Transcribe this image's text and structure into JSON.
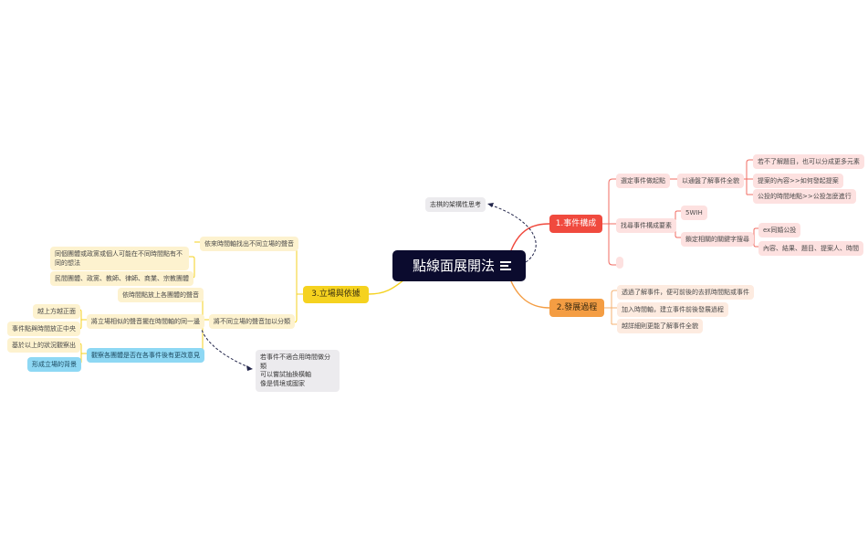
{
  "root": {
    "label": "點線面展開法",
    "icon": "menu-lines-icon",
    "color": "#0b0b2e"
  },
  "floating_notes": {
    "top": "志棋的架構性思考",
    "bottom_lines": [
      "若事件不適合用時間做分類",
      "可以嘗試抽換橫軸",
      "像是情境或國家"
    ]
  },
  "branches": {
    "b1": {
      "label": "1.事件構成",
      "color": "#f04a3e",
      "children": {
        "c1": {
          "label": "選定事件做起點",
          "sub": {
            "label": "以通盤了解事件全貌",
            "items": [
              "若不了解題目，也可以分成更多元素",
              "提案的內容>>如何發起提案",
              "公投的時間地點>>公投怎麼進行"
            ]
          }
        },
        "c2": {
          "label": "找尋事件構成要素",
          "items": {
            "i1": "5WIH",
            "i2": {
              "label": "鎖定相關的關鍵字搜尋",
              "items": [
                "ex同婚公投",
                "內容、結果、題目、提案人、時間"
              ]
            }
          }
        },
        "c3": {
          "label": ""
        }
      }
    },
    "b2": {
      "label": "2.發展過程",
      "color": "#f49d43",
      "items": [
        "透過了解事件，便可前後的去抓時間點或事件",
        "加入時間軸，建立事件前後發展過程",
        "越詳細則更能了解事件全貌"
      ]
    },
    "b3": {
      "label": "3.立場與依據",
      "color": "#f5d21f",
      "children": {
        "c1": {
          "label": "依來時間軸找出不同立場的聲音",
          "items": [
            "同個團體或政黨或個人可能在不同時間點有不同的想法",
            "民間團體、政黨、教師、律師、商業、宗教團體"
          ]
        },
        "c2": {
          "label": "將不同立場的聲音加以分類",
          "items": {
            "i1": "依時間點放上各團體的聲音",
            "i2": {
              "label": "將立場相似的聲音擺在時間軸的同一邊",
              "items": [
                "越上方越正面",
                "事件點與時間放正中央"
              ]
            },
            "i3": {
              "label": "觀察各團體是否在各事件後有更改意見",
              "items": [
                "基於以上的狀況觀察出",
                "形成立場的背景"
              ]
            }
          }
        }
      }
    }
  }
}
